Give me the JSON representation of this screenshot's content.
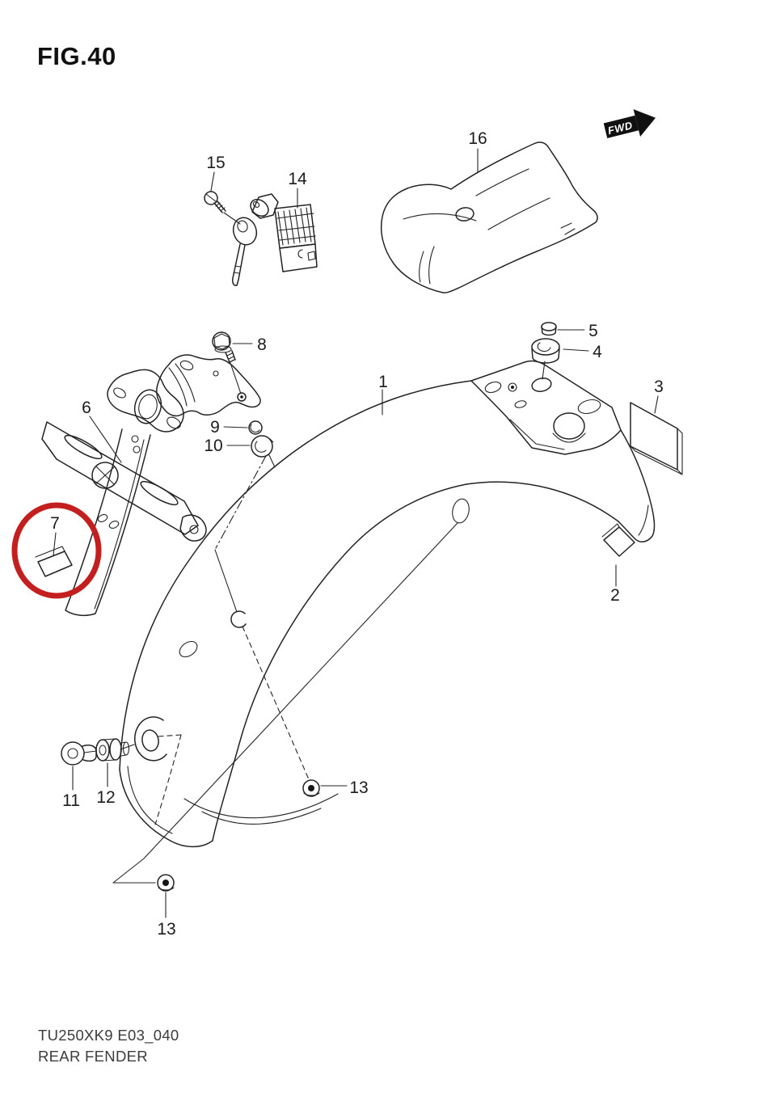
{
  "figure": {
    "label": "FIG.40"
  },
  "footer": {
    "model_code": "TU250XK9 E03_040",
    "figure_name": "REAR FENDER"
  },
  "direction_indicator": {
    "label": "FWD"
  },
  "highlight": {
    "shape": "red-circle",
    "color": "#c41f1f",
    "highlighted_callout": "7"
  },
  "colors": {
    "line": "#232323",
    "background": "#ffffff",
    "highlight": "#c41f1f"
  },
  "callouts": {
    "c1": "1",
    "c2": "2",
    "c3": "3",
    "c4": "4",
    "c5": "5",
    "c6": "6",
    "c7": "7",
    "c8": "8",
    "c9": "9",
    "c10": "10",
    "c11": "11",
    "c12": "12",
    "c13a": "13",
    "c13b": "13",
    "c14": "14",
    "c15": "15",
    "c16": "16"
  }
}
